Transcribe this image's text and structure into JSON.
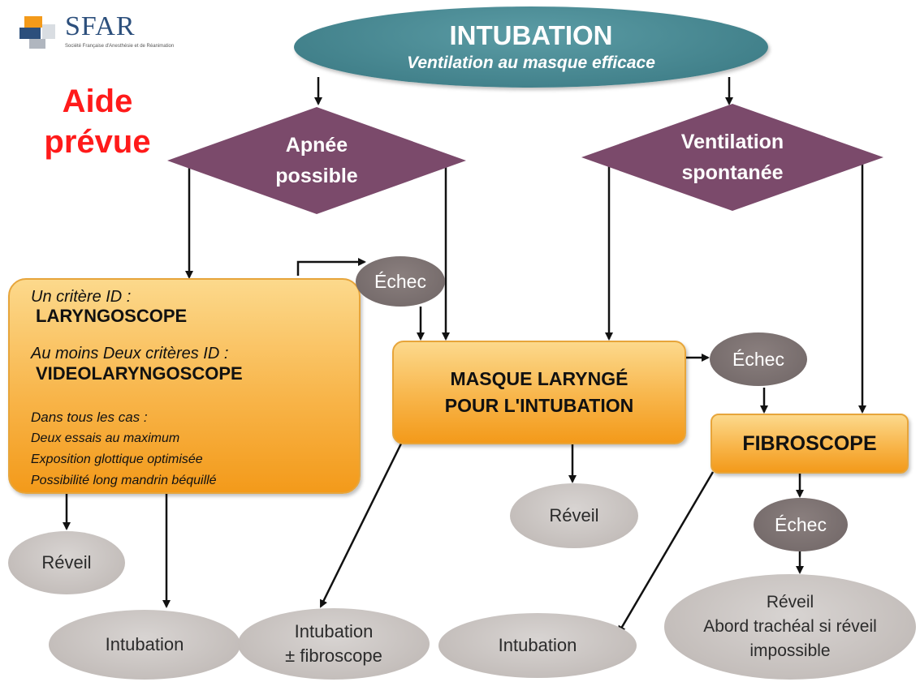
{
  "logo": {
    "name": "SFAR",
    "tagline": "Société Française d'Anesthésie et de Réanimation"
  },
  "aide": {
    "line1": "Aide",
    "line2": "prévue",
    "color": "#ff1a1a"
  },
  "top": {
    "title": "INTUBATION",
    "subtitle": "Ventilation au masque efficace",
    "color": "#4a8a93"
  },
  "apnee": {
    "line1": "Apnée",
    "line2": "possible",
    "color": "#7b4a6b"
  },
  "spontanee": {
    "line1": "Ventilation",
    "line2": "spontanée",
    "color": "#7b4a6b"
  },
  "left_box": {
    "crit1_label": "Un critère ID :",
    "crit1_value": "LARYNGOSCOPE",
    "crit2_label": "Au moins Deux critères ID :",
    "crit2_value": "VIDEOLARYNGOSCOPE",
    "all_cases": "Dans tous les cas :",
    "note1": "Deux essais au maximum",
    "note2": "Exposition glottique optimisée",
    "note3": "Possibilité long mandrin béquillé"
  },
  "masque": {
    "line1": "MASQUE LARYNGÉ",
    "line2": "POUR L'INTUBATION"
  },
  "fibroscope": {
    "label": "FIBROSCOPE"
  },
  "echec_labels": {
    "e1": "Échec",
    "e2": "Échec",
    "e3": "Échec"
  },
  "outcomes": {
    "reveil_left": "Réveil",
    "intubation_left": "Intubation",
    "intubation_fibro_1": "Intubation",
    "intubation_fibro_2": "± fibroscope",
    "reveil_mid": "Réveil",
    "intubation_right": "Intubation",
    "reveil_right_1": "Réveil",
    "reveil_right_2": "Abord trachéal si réveil",
    "reveil_right_3": "impossible"
  }
}
